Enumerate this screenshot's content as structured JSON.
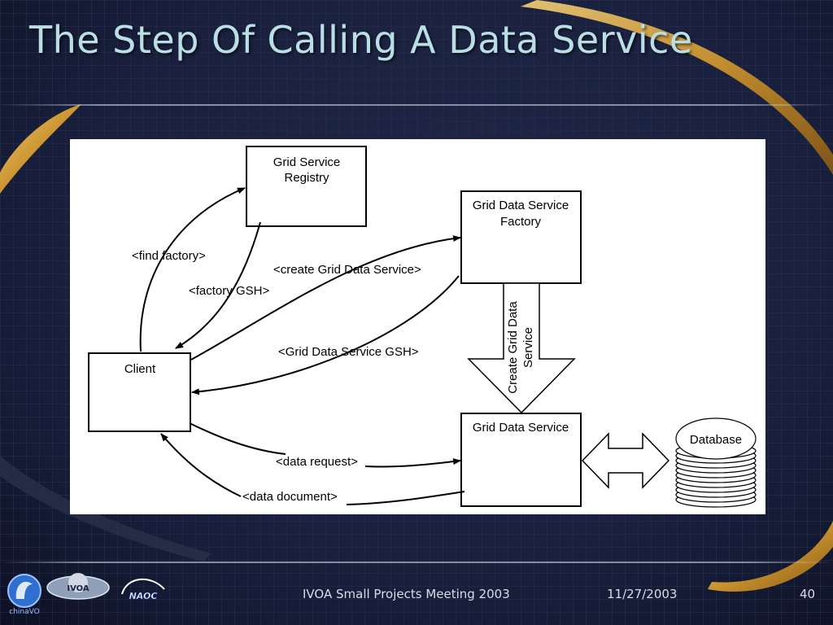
{
  "slide": {
    "title": "The Step Of Calling A Data Service",
    "footer_center": "IVOA Small Projects Meeting 2003",
    "footer_date": "11/27/2003",
    "page_number": "40"
  },
  "logos": {
    "left_logo_text": "chinaVO",
    "middle_logo_text": "IVOA",
    "right_logo_text": "NAOC"
  },
  "diagram": {
    "nodes": {
      "registry": [
        "Grid Service",
        "Registry"
      ],
      "factory": [
        "Grid Data Service",
        "Factory"
      ],
      "client": "Client",
      "gds": "Grid Data Service",
      "database": "Database",
      "create_arrow": [
        "Create Grid Data",
        "Service"
      ]
    },
    "labels": {
      "find_factory": "<find factory>",
      "factory_gsh": "<factory GSH>",
      "create_gds": "<create Grid Data Service>",
      "gds_gsh": "<Grid Data Service GSH>",
      "data_request": "<data request>",
      "data_document": "<data document>"
    }
  },
  "colors": {
    "title": "#b9dee6",
    "background": "#1b2240",
    "swoosh": "#e0a83a"
  }
}
